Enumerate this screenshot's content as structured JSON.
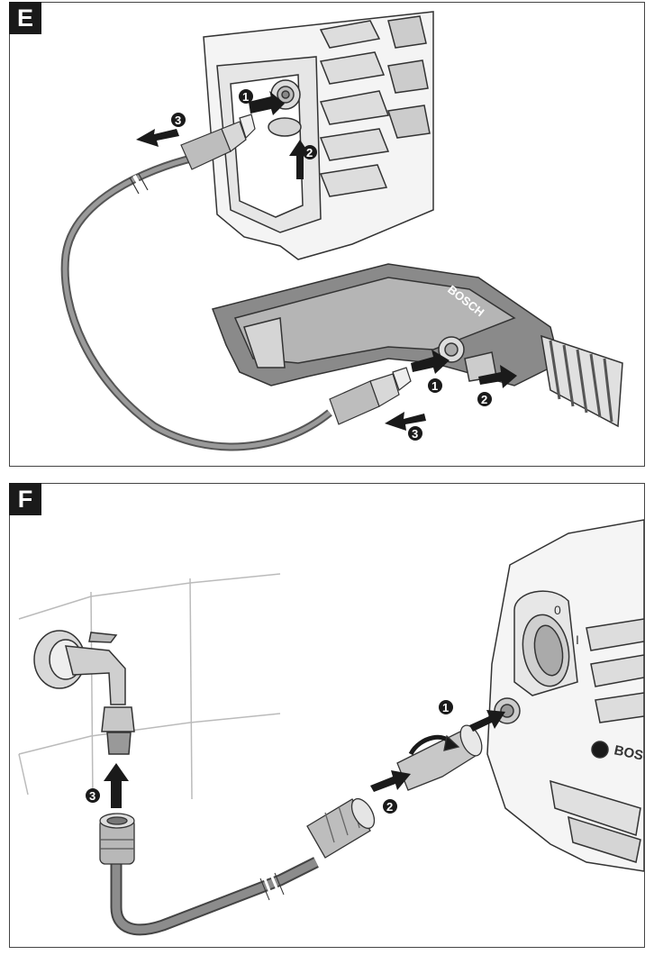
{
  "panels": [
    {
      "letter": "E",
      "brand_text": "BOSCH",
      "steps": [
        "1",
        "2",
        "3"
      ]
    },
    {
      "letter": "F",
      "brand_text": "BOSCH",
      "dial_labels": [
        "0",
        "I"
      ],
      "steps": [
        "1",
        "2",
        "3"
      ]
    }
  ]
}
